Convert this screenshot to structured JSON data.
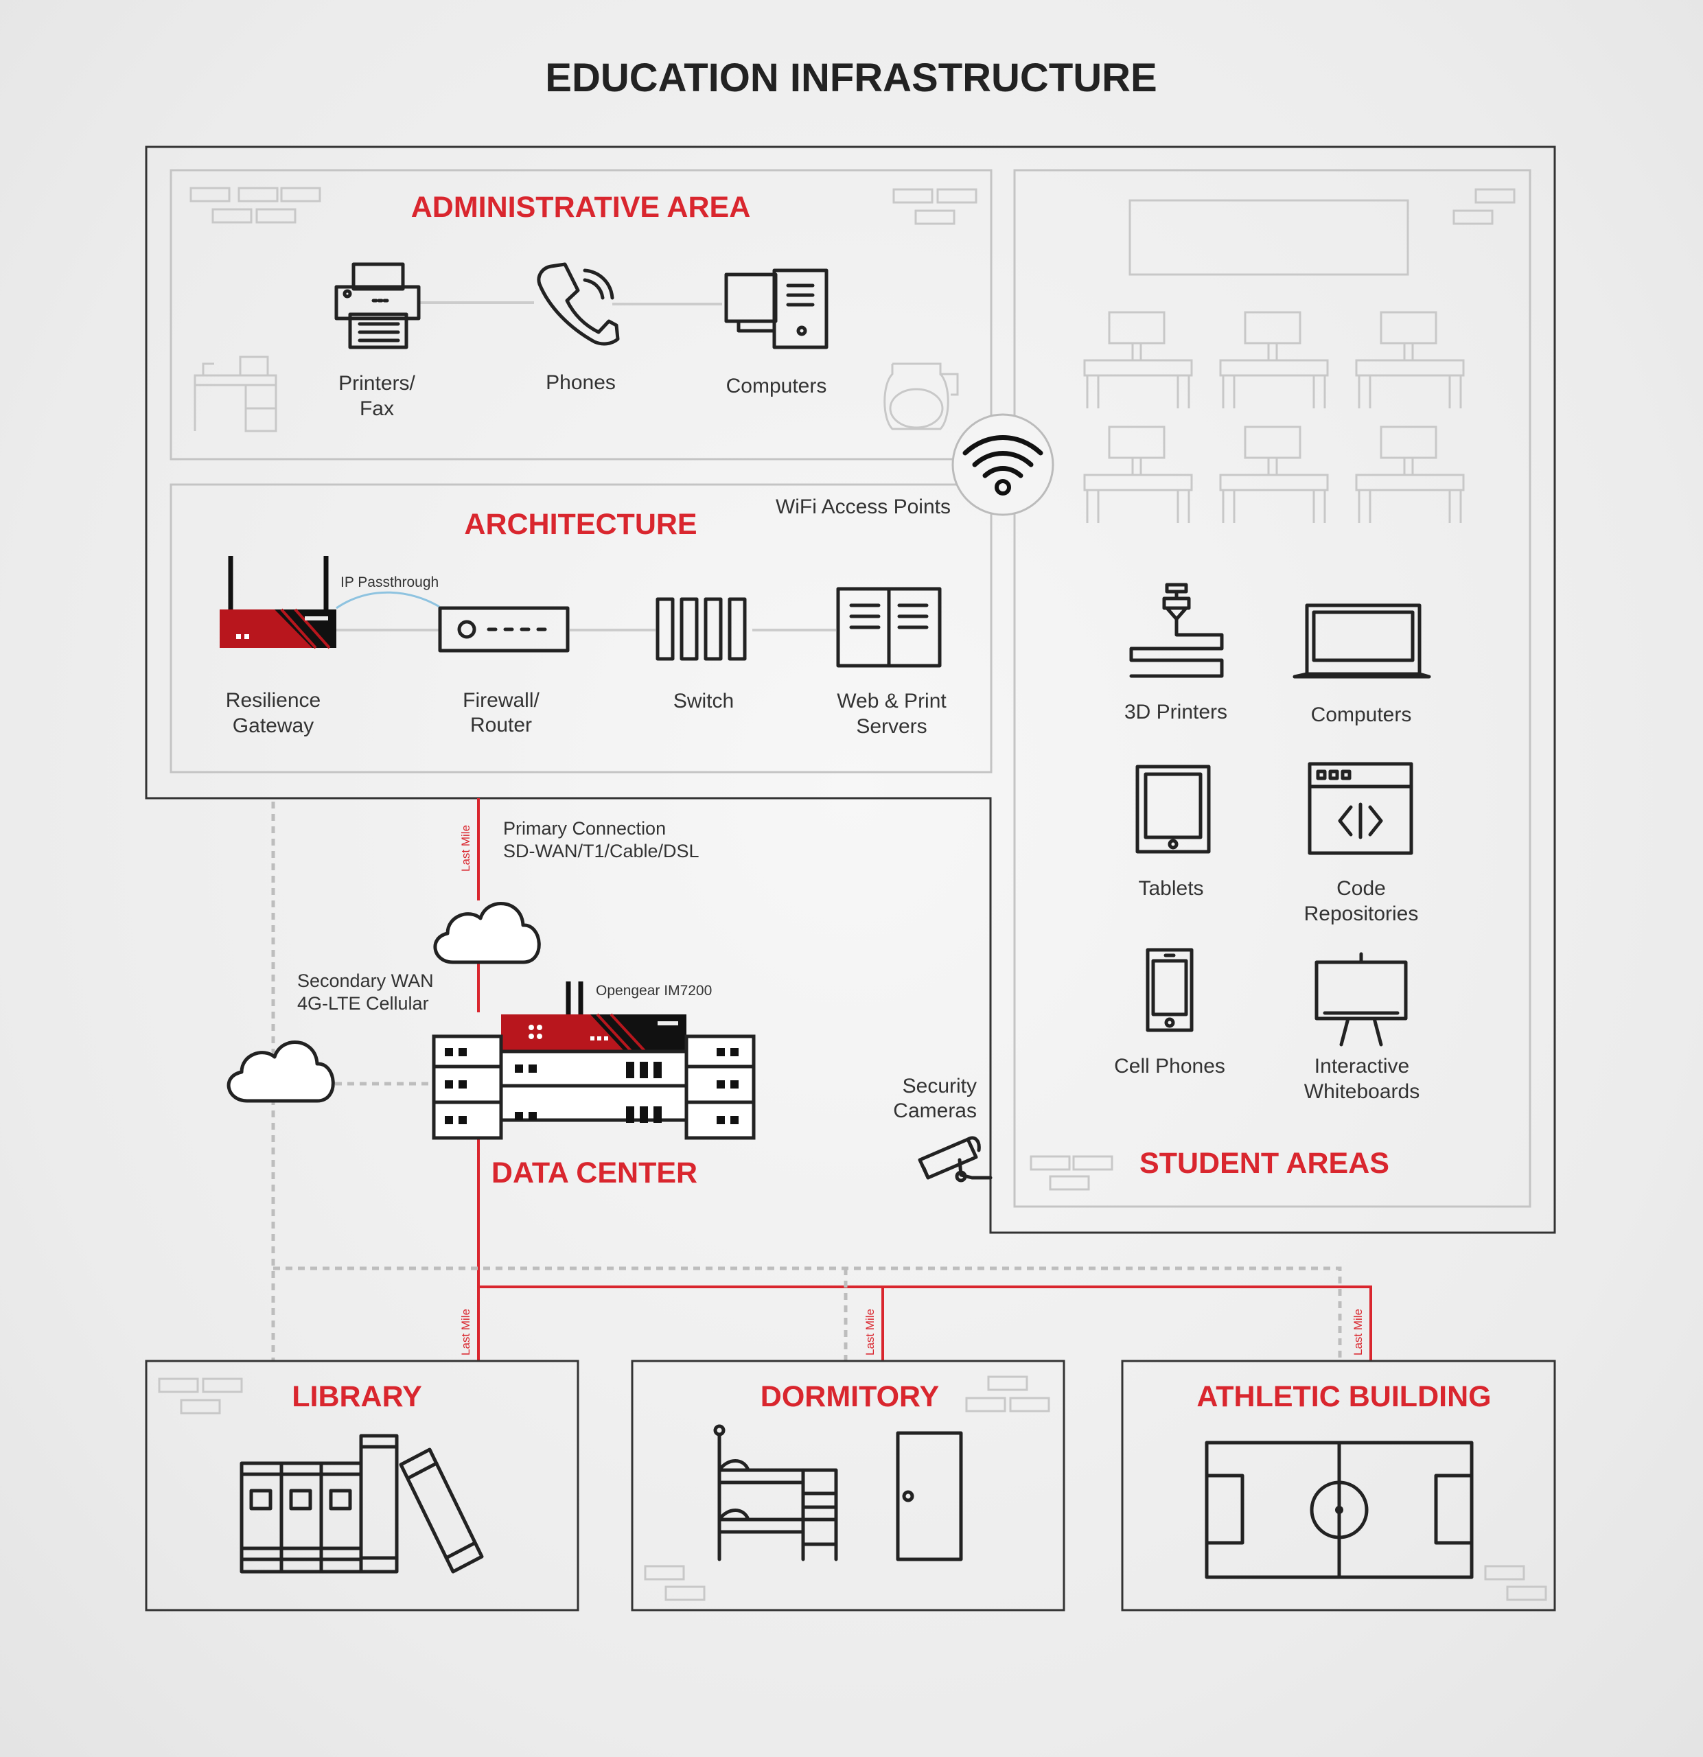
{
  "title": "EDUCATION INFRASTRUCTURE",
  "colors": {
    "accent": "#d9262e",
    "line": "#333333",
    "ghost": "#c8c8c8"
  },
  "sections": {
    "admin": "ADMINISTRATIVE AREA",
    "architecture": "ARCHITECTURE",
    "student": "STUDENT AREAS",
    "datacenter": "DATA CENTER",
    "library": "LIBRARY",
    "dormitory": "DORMITORY",
    "athletic": "ATHLETIC BUILDING"
  },
  "admin_devices": {
    "printers": [
      "Printers/",
      "Fax"
    ],
    "phones": "Phones",
    "computers": "Computers"
  },
  "arch_devices": {
    "gateway": [
      "Resilience",
      "Gateway"
    ],
    "firewall": [
      "Firewall/",
      "Router"
    ],
    "switch": "Switch",
    "servers": [
      "Web & Print",
      "Servers"
    ],
    "passthrough": "IP Passthrough"
  },
  "wifi_label": "WiFi Access Points",
  "student_devices": {
    "printers3d": "3D Printers",
    "computers": "Computers",
    "tablets": "Tablets",
    "code": [
      "Code",
      "Repositories"
    ],
    "phones": "Cell Phones",
    "whiteboards": [
      "Interactive",
      "Whiteboards"
    ]
  },
  "connections": {
    "primary": [
      "Primary Connection",
      "SD-WAN/T1/Cable/DSL"
    ],
    "secondary": [
      "Secondary WAN",
      "4G-LTE Cellular"
    ],
    "last_mile": "Last Mile",
    "opengear": "Opengear IM7200",
    "cameras": [
      "Security",
      "Cameras"
    ]
  },
  "icons": [
    "printer-icon",
    "phone-icon",
    "computer-icon",
    "gateway-icon",
    "firewall-icon",
    "switch-icon",
    "server-icon",
    "wifi-icon",
    "cloud-icon",
    "datacenter-icon",
    "printer-3d-icon",
    "laptop-icon",
    "tablet-icon",
    "code-icon",
    "cell-phone-icon",
    "whiteboard-icon",
    "camera-icon",
    "books-icon",
    "bunk-bed-icon",
    "door-icon",
    "field-icon"
  ]
}
